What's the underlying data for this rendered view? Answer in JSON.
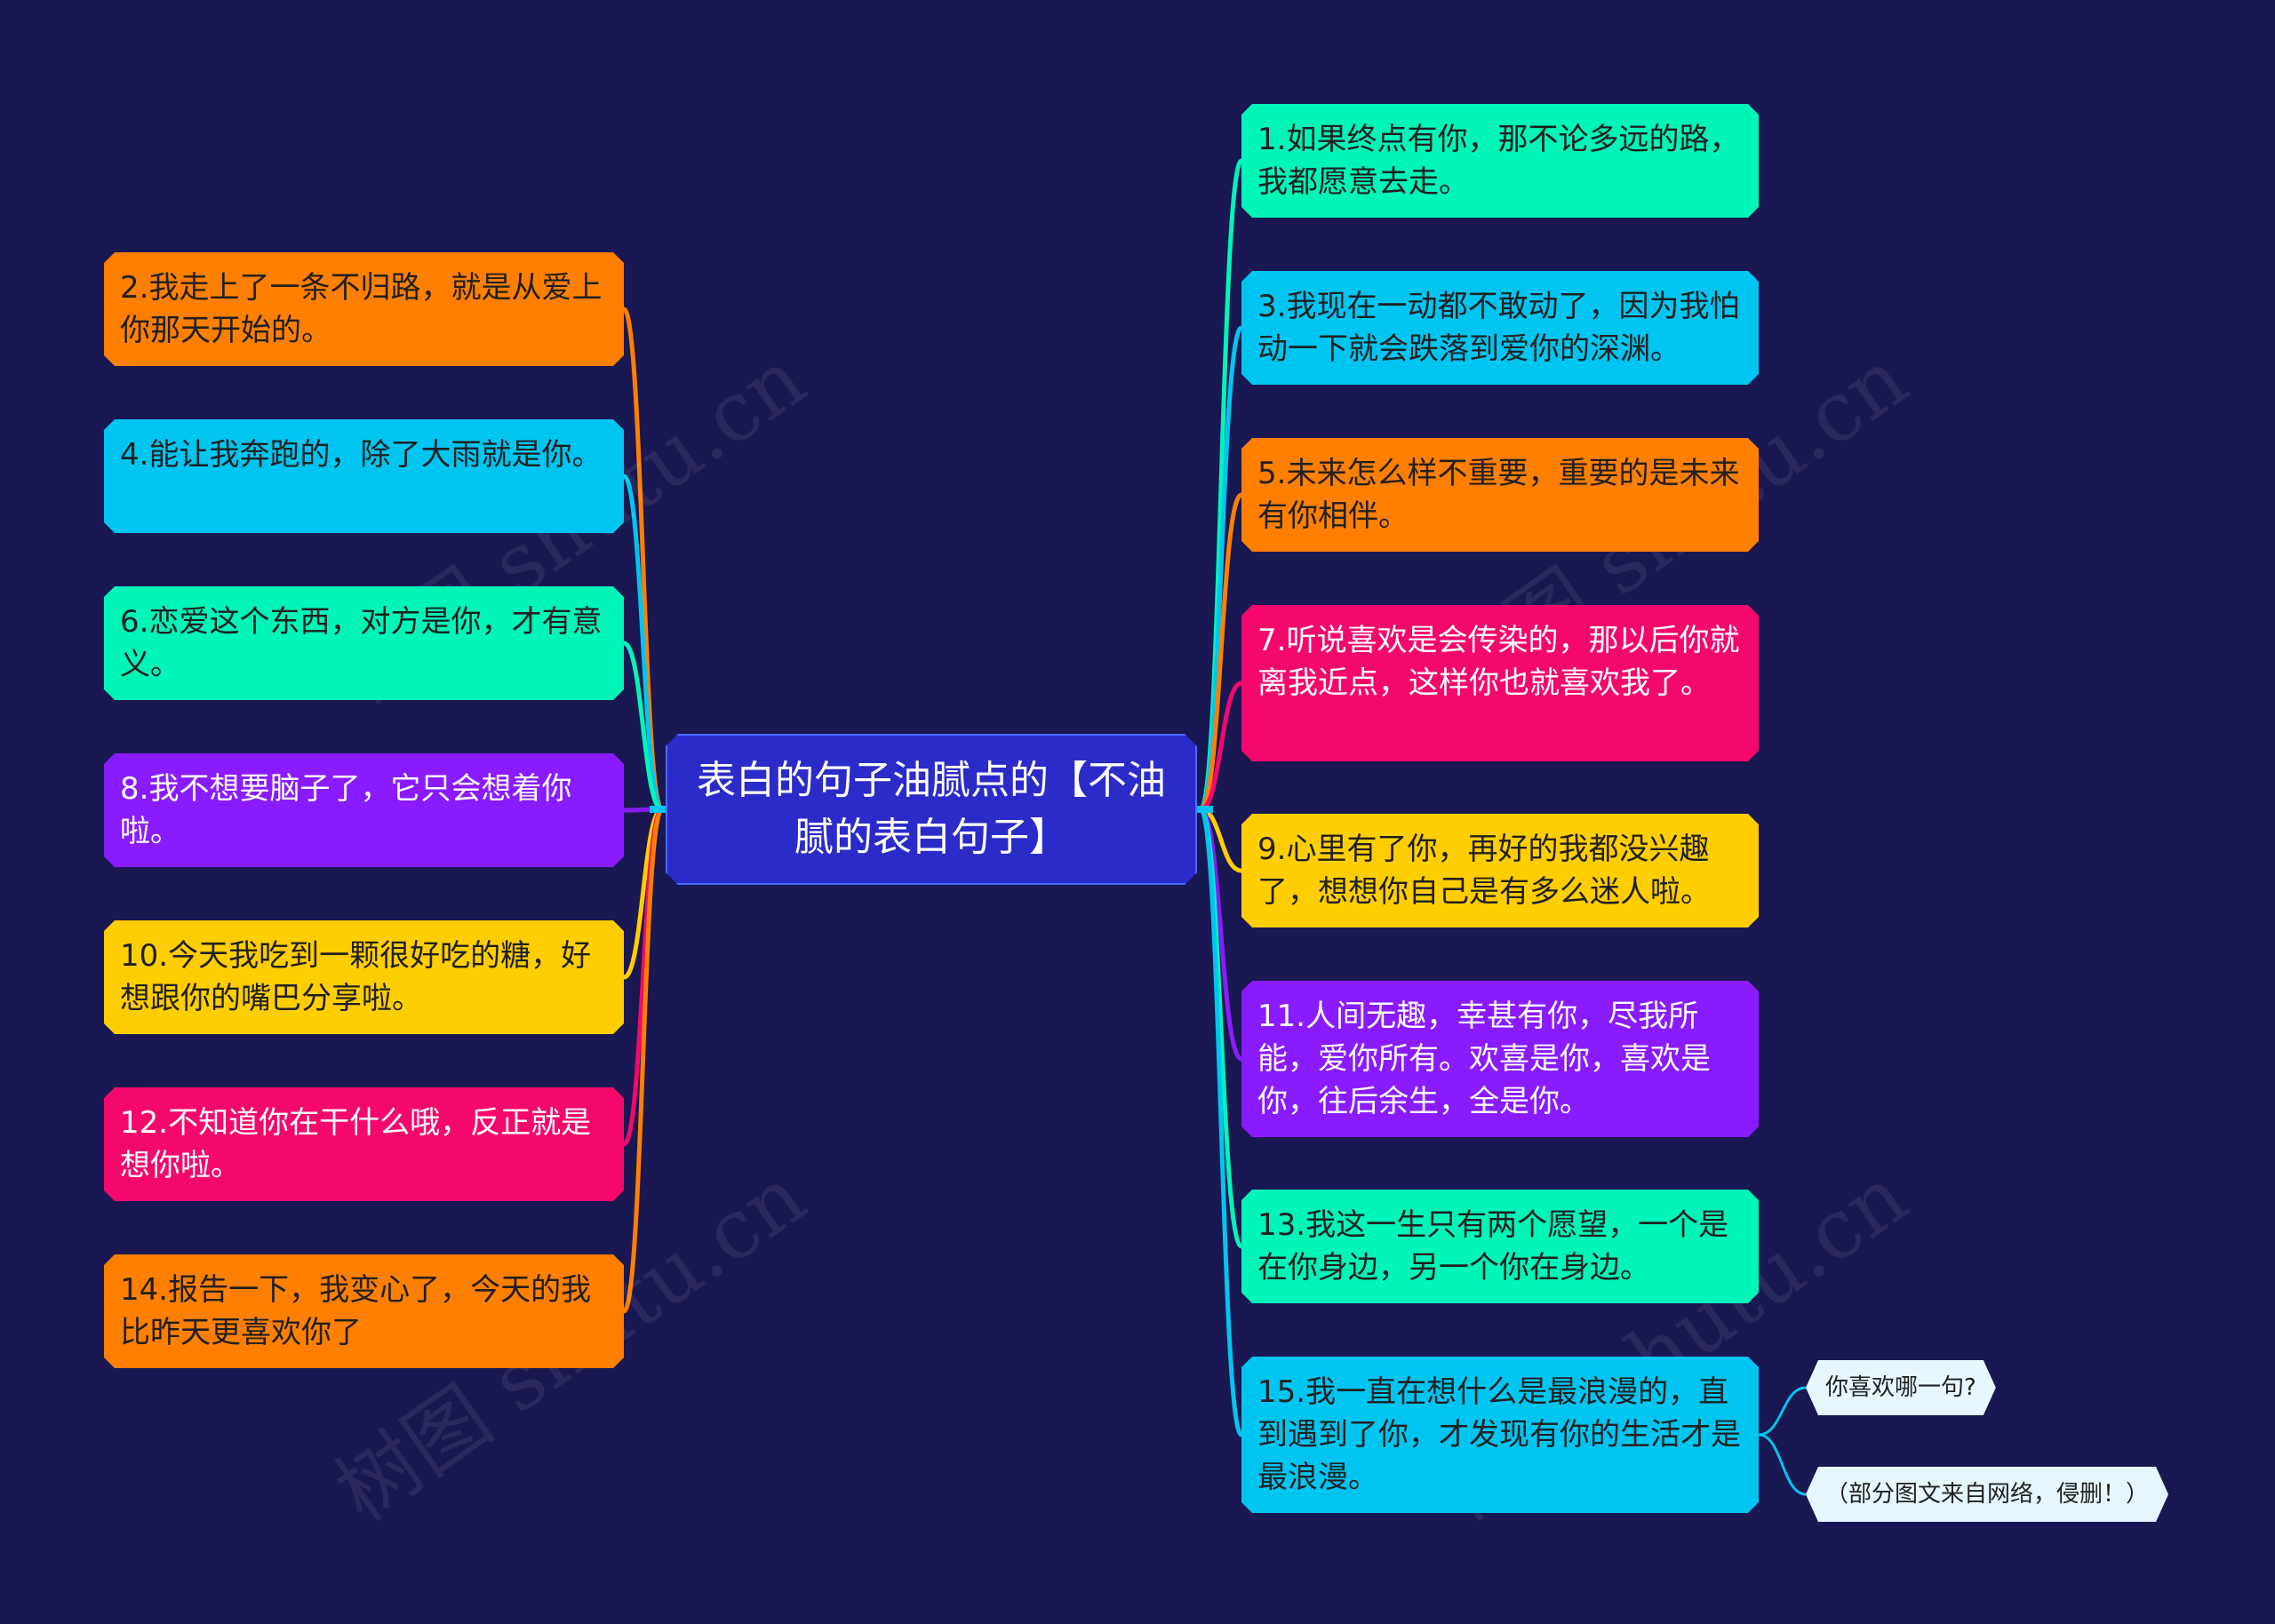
{
  "root": {
    "title": "表白的句子油腻点的【不油腻的表白句子】",
    "color": "#2b2bc9"
  },
  "left_nodes": [
    {
      "text": "2.我走上了一条不归路，就是从爱上你那天开始的。",
      "color": "#ff7f00"
    },
    {
      "text": "4.能让我奔跑的，除了大雨就是你。",
      "color": "#00c5f0"
    },
    {
      "text": "6.恋爱这个东西，对方是你，才有意义。",
      "color": "#00f5b8"
    },
    {
      "text": "8.我不想要脑子了，它只会想着你啦。",
      "color": "#8a1bff"
    },
    {
      "text": "10.今天我吃到一颗很好吃的糖，好想跟你的嘴巴分享啦。",
      "color": "#ffce00"
    },
    {
      "text": "12.不知道你在干什么哦，反正就是想你啦。",
      "color": "#f5086c"
    },
    {
      "text": "14.报告一下，我变心了，今天的我比昨天更喜欢你了",
      "color": "#ff7f00"
    }
  ],
  "right_nodes": [
    {
      "text": "1.如果终点有你，那不论多远的路，我都愿意去走。",
      "color": "#00f5b8"
    },
    {
      "text": "3.我现在一动都不敢动了，因为我怕动一下就会跌落到爱你的深渊。",
      "color": "#00c5f0"
    },
    {
      "text": "5.未来怎么样不重要，重要的是未来有你相伴。",
      "color": "#ff7f00"
    },
    {
      "text": "7.听说喜欢是会传染的，那以后你就离我近点，这样你也就喜欢我了。",
      "color": "#f5086c"
    },
    {
      "text": "9.心里有了你，再好的我都没兴趣了，想想你自己是有多么迷人啦。",
      "color": "#ffce00"
    },
    {
      "text": "11.人间无趣，幸甚有你，尽我所能，爱你所有。欢喜是你，喜欢是你，往后余生，全是你。",
      "color": "#8a1bff"
    },
    {
      "text": "13.我这一生只有两个愿望，一个是在你身边，另一个你在身边。",
      "color": "#00f5b8"
    },
    {
      "text": "15.我一直在想什么是最浪漫的，直到遇到了你，才发现有你的生活才是最浪漫。",
      "color": "#00c5f0"
    }
  ],
  "sub_nodes": [
    {
      "text": "你喜欢哪一句?"
    },
    {
      "text": "（部分图文来自网络，侵删！）"
    }
  ],
  "watermark": "树图 shutu.cn"
}
